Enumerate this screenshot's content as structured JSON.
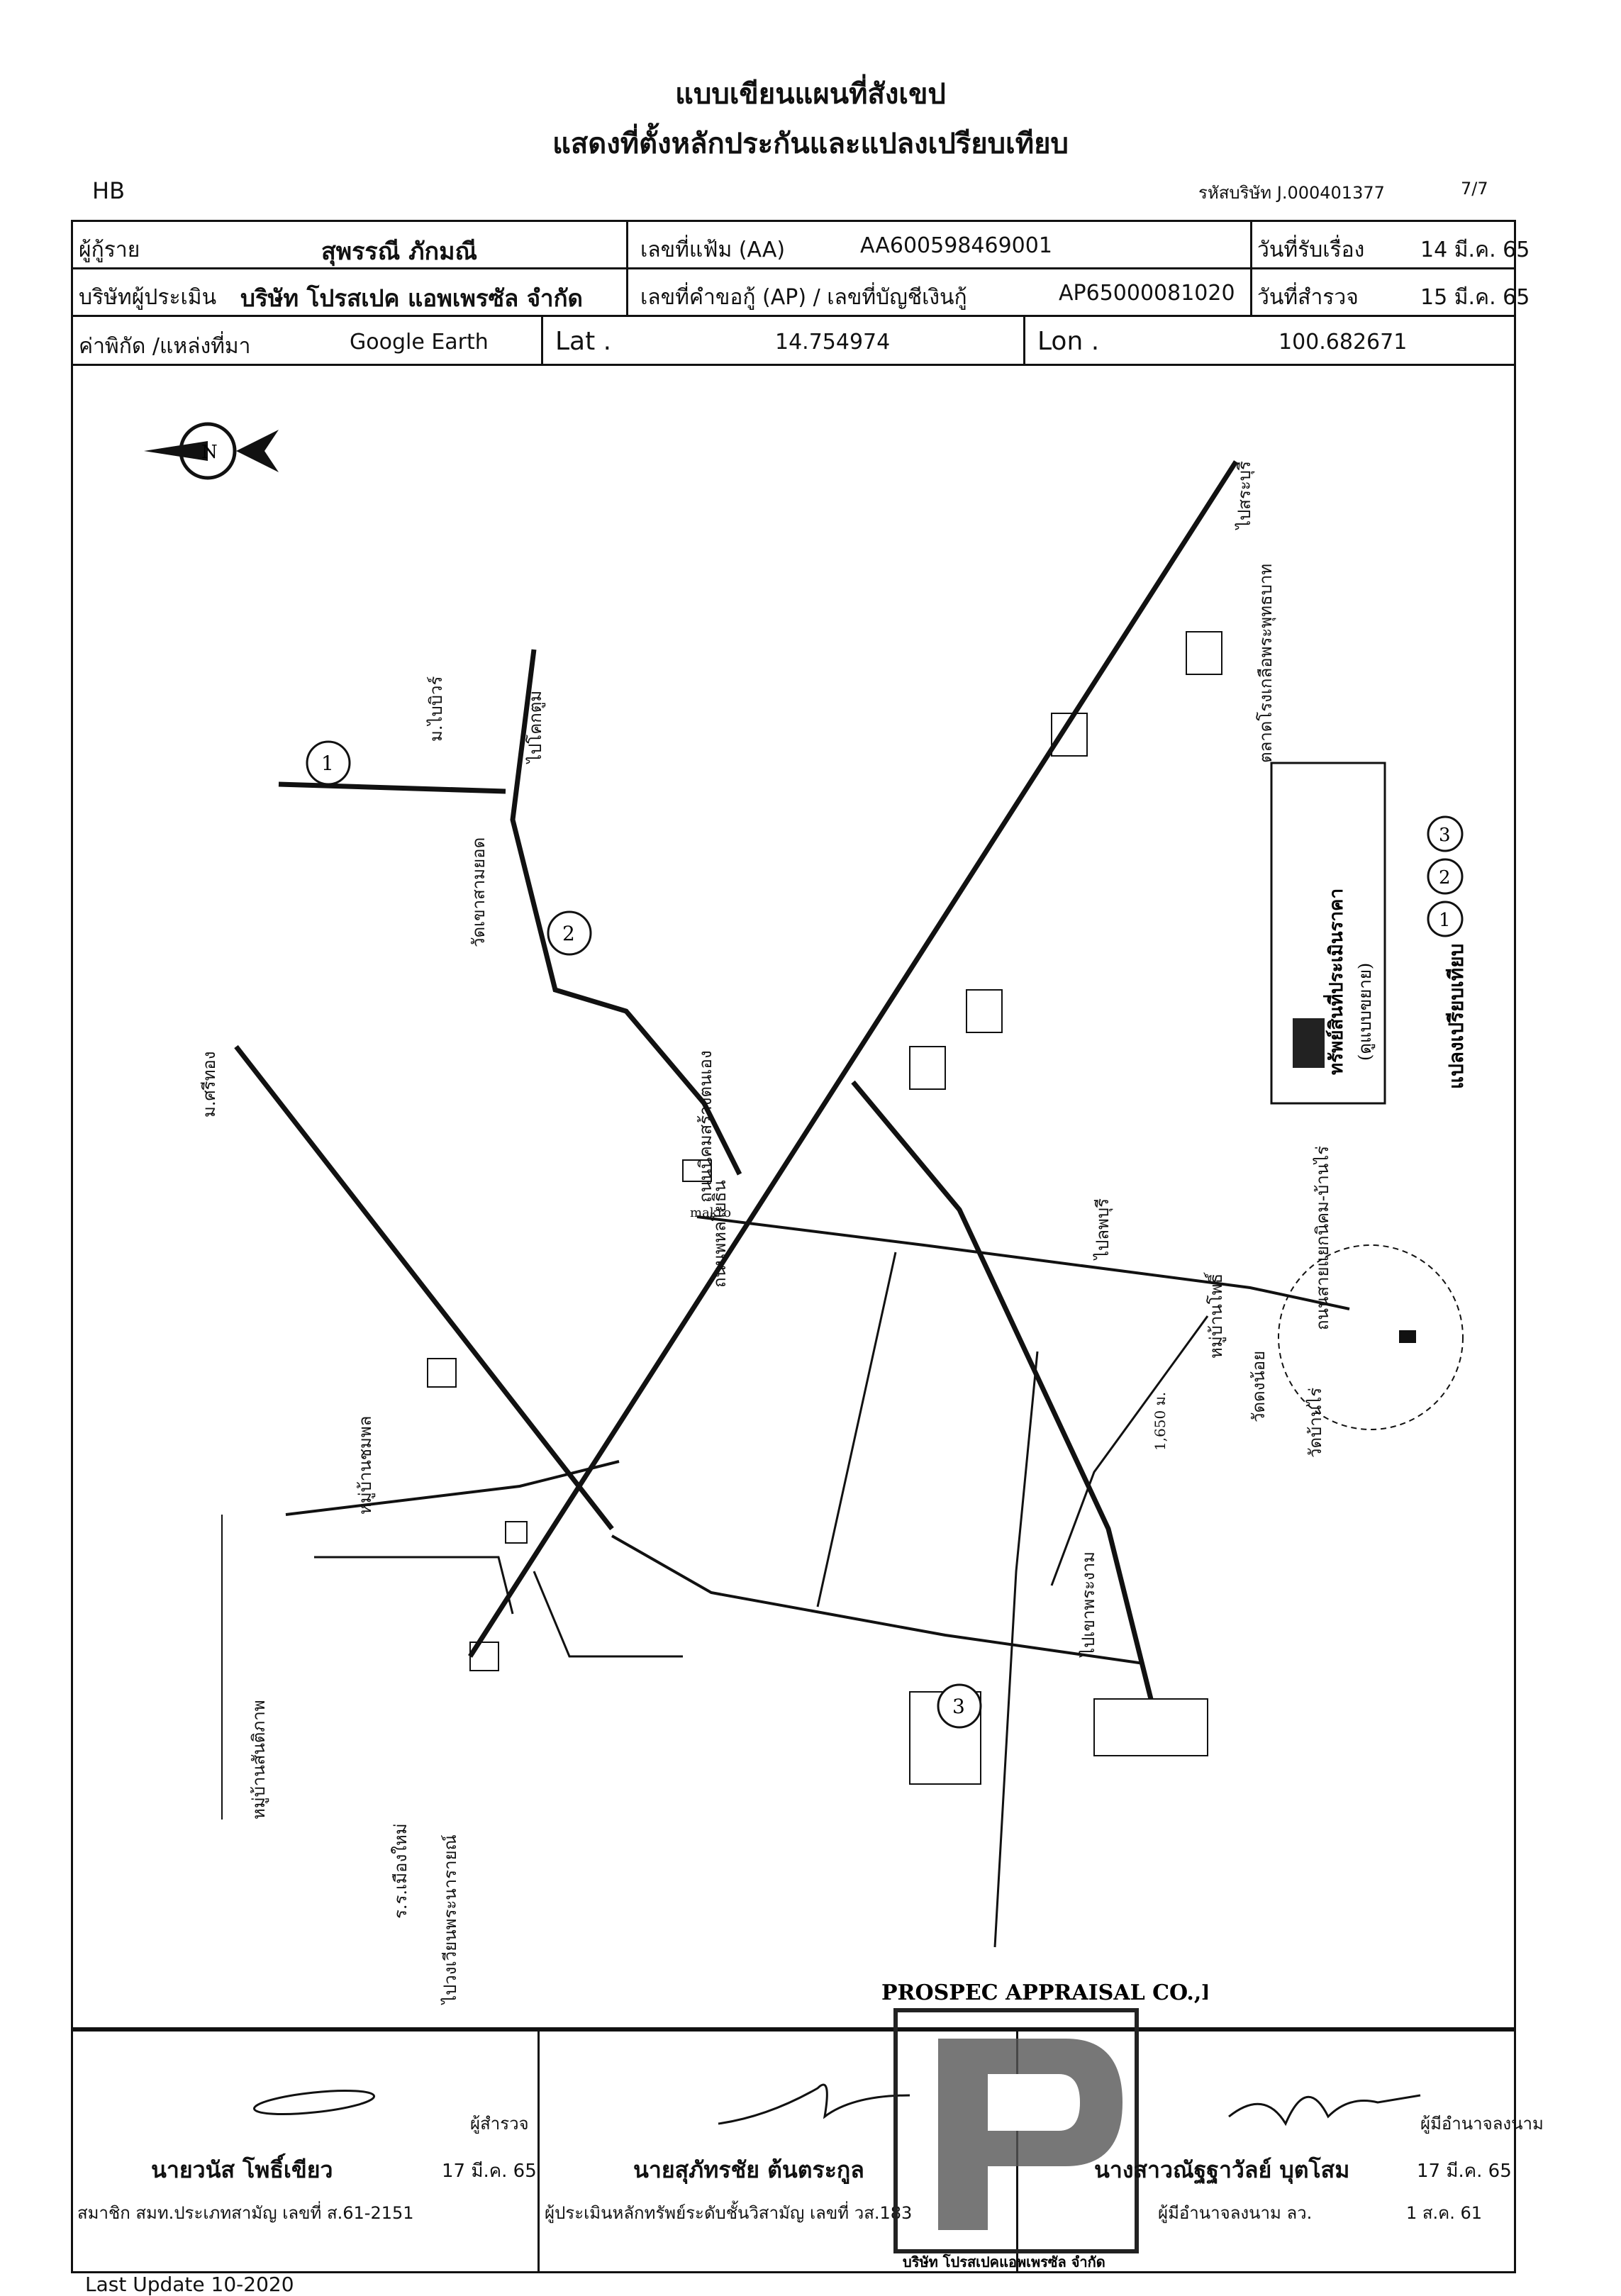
{
  "doc": {
    "title_line1": "แบบเขียนแผนที่สังเขป",
    "title_line2": "แสดงที่ตั้งหลักประกันและแปลงเปรียบเทียบ",
    "code_left": "HB",
    "company_code": "รหัสบริษัท J.000401377",
    "page_no": "7/7"
  },
  "header": {
    "borrower_label": "ผู้กู้ราย",
    "borrower_name": "สุพรรณี ภักมณี",
    "file_no_label": "เลขที่แฟ้ม (AA)",
    "file_no": "AA600598469001",
    "received_label": "วันที่รับเรื่อง",
    "received_date": "14 มี.ค. 65",
    "appraiser_label": "บริษัทผู้ประเมิน",
    "appraiser_name": "บริษัท โปรสเปค แอพเพรซัล จำกัด",
    "loan_no_label": "เลขที่คำขอกู้ (AP) / เลขที่บัญชีเงินกู้",
    "loan_no": "AP65000081020",
    "survey_label": "วันที่สำรวจ",
    "survey_date": "15 มี.ค. 65",
    "coord_label": "ค่าพิกัด /แหล่งที่มา",
    "coord_source": "Google Earth",
    "lat_label": "Lat .",
    "lat": "14.754974",
    "lon_label": "Lon .",
    "lon": "100.682671"
  },
  "map": {
    "north": "N",
    "legend_property": "ทรัพย์สินที่ประเมินราคา",
    "legend_enlarged": "(ดูแบบขยาย)",
    "legend_compare": "แปลงเปรียบเทียบ",
    "legend_nums": [
      "1",
      "2",
      "3"
    ],
    "labels": {
      "to_saraburi": "ไปสระบุรี",
      "to_lopburi": "ไปลพบุรี",
      "to_khok_tum": "ไปโคกตูม",
      "m_baiyok": "ม.ไบบิวร์",
      "sri_thong": "ม.ศรีทอง",
      "market": "ตลาดโรงเกลือพระพุทธบาท",
      "wat_ban_prai": "วัดบ้านไร่",
      "wat_dong_noi": "วัดดงน้อย",
      "makro": "makro",
      "khao_phra": "ไปเขาพระงาม",
      "phetkasem": "ถนนสายแยกนิคม-บ้านไร่",
      "muang_mai": "ไปวงเวียนพระนารายณ์",
      "rr_muangmai": "ร.ร.เมืองใหม่",
      "tanee_road": "ถนนนิคมสร้างตนเอง",
      "nakhon_lopburi": "ถนนพหลโยธิน",
      "ban_san_khao": "หมู่บ้านสันติภาพ",
      "ban_chom_phon": "หมู่บ้านชมพล",
      "wat_khao": "วัดเขาสามยอด",
      "ban_pho": "หมู่บ้านโพธิ์"
    },
    "dist_1": "1,650 ม."
  },
  "signatures": {
    "inspector_role": "ผู้สำรวจ",
    "inspector_name": "นายวนัส โพธิ์เขียว",
    "inspector_date": "17 มี.ค. 65",
    "inspector_reg": "สมาชิก สมท.ประเภทสามัญ เลขที่ ส.61-2151",
    "appraiser_name": "นายสุภัทรชัย  ต้นตระกูล",
    "appraiser_reg": "ผู้ประเมินหลักทรัพย์ระดับชั้นวิสามัญ เลขที่ วส.183",
    "approver_role": "ผู้มีอำนาจลงนาม",
    "approver_name": "นางสาวณัฐฐาวัลย์ บุตโสม",
    "approver_date": "17 มี.ค. 65",
    "approver_reg": "ผู้มีอำนาจลงนาม ลว.",
    "approver_reg_date": "1 ส.ค. 61",
    "stamp_text": "PROSPEC APPRAISAL CO.,LTD.",
    "stamp_bottom": "บริษัท โปรสเปคแอพเพรซัล จำกัด"
  },
  "footer": {
    "last_update": "Last Update 10-2020"
  }
}
